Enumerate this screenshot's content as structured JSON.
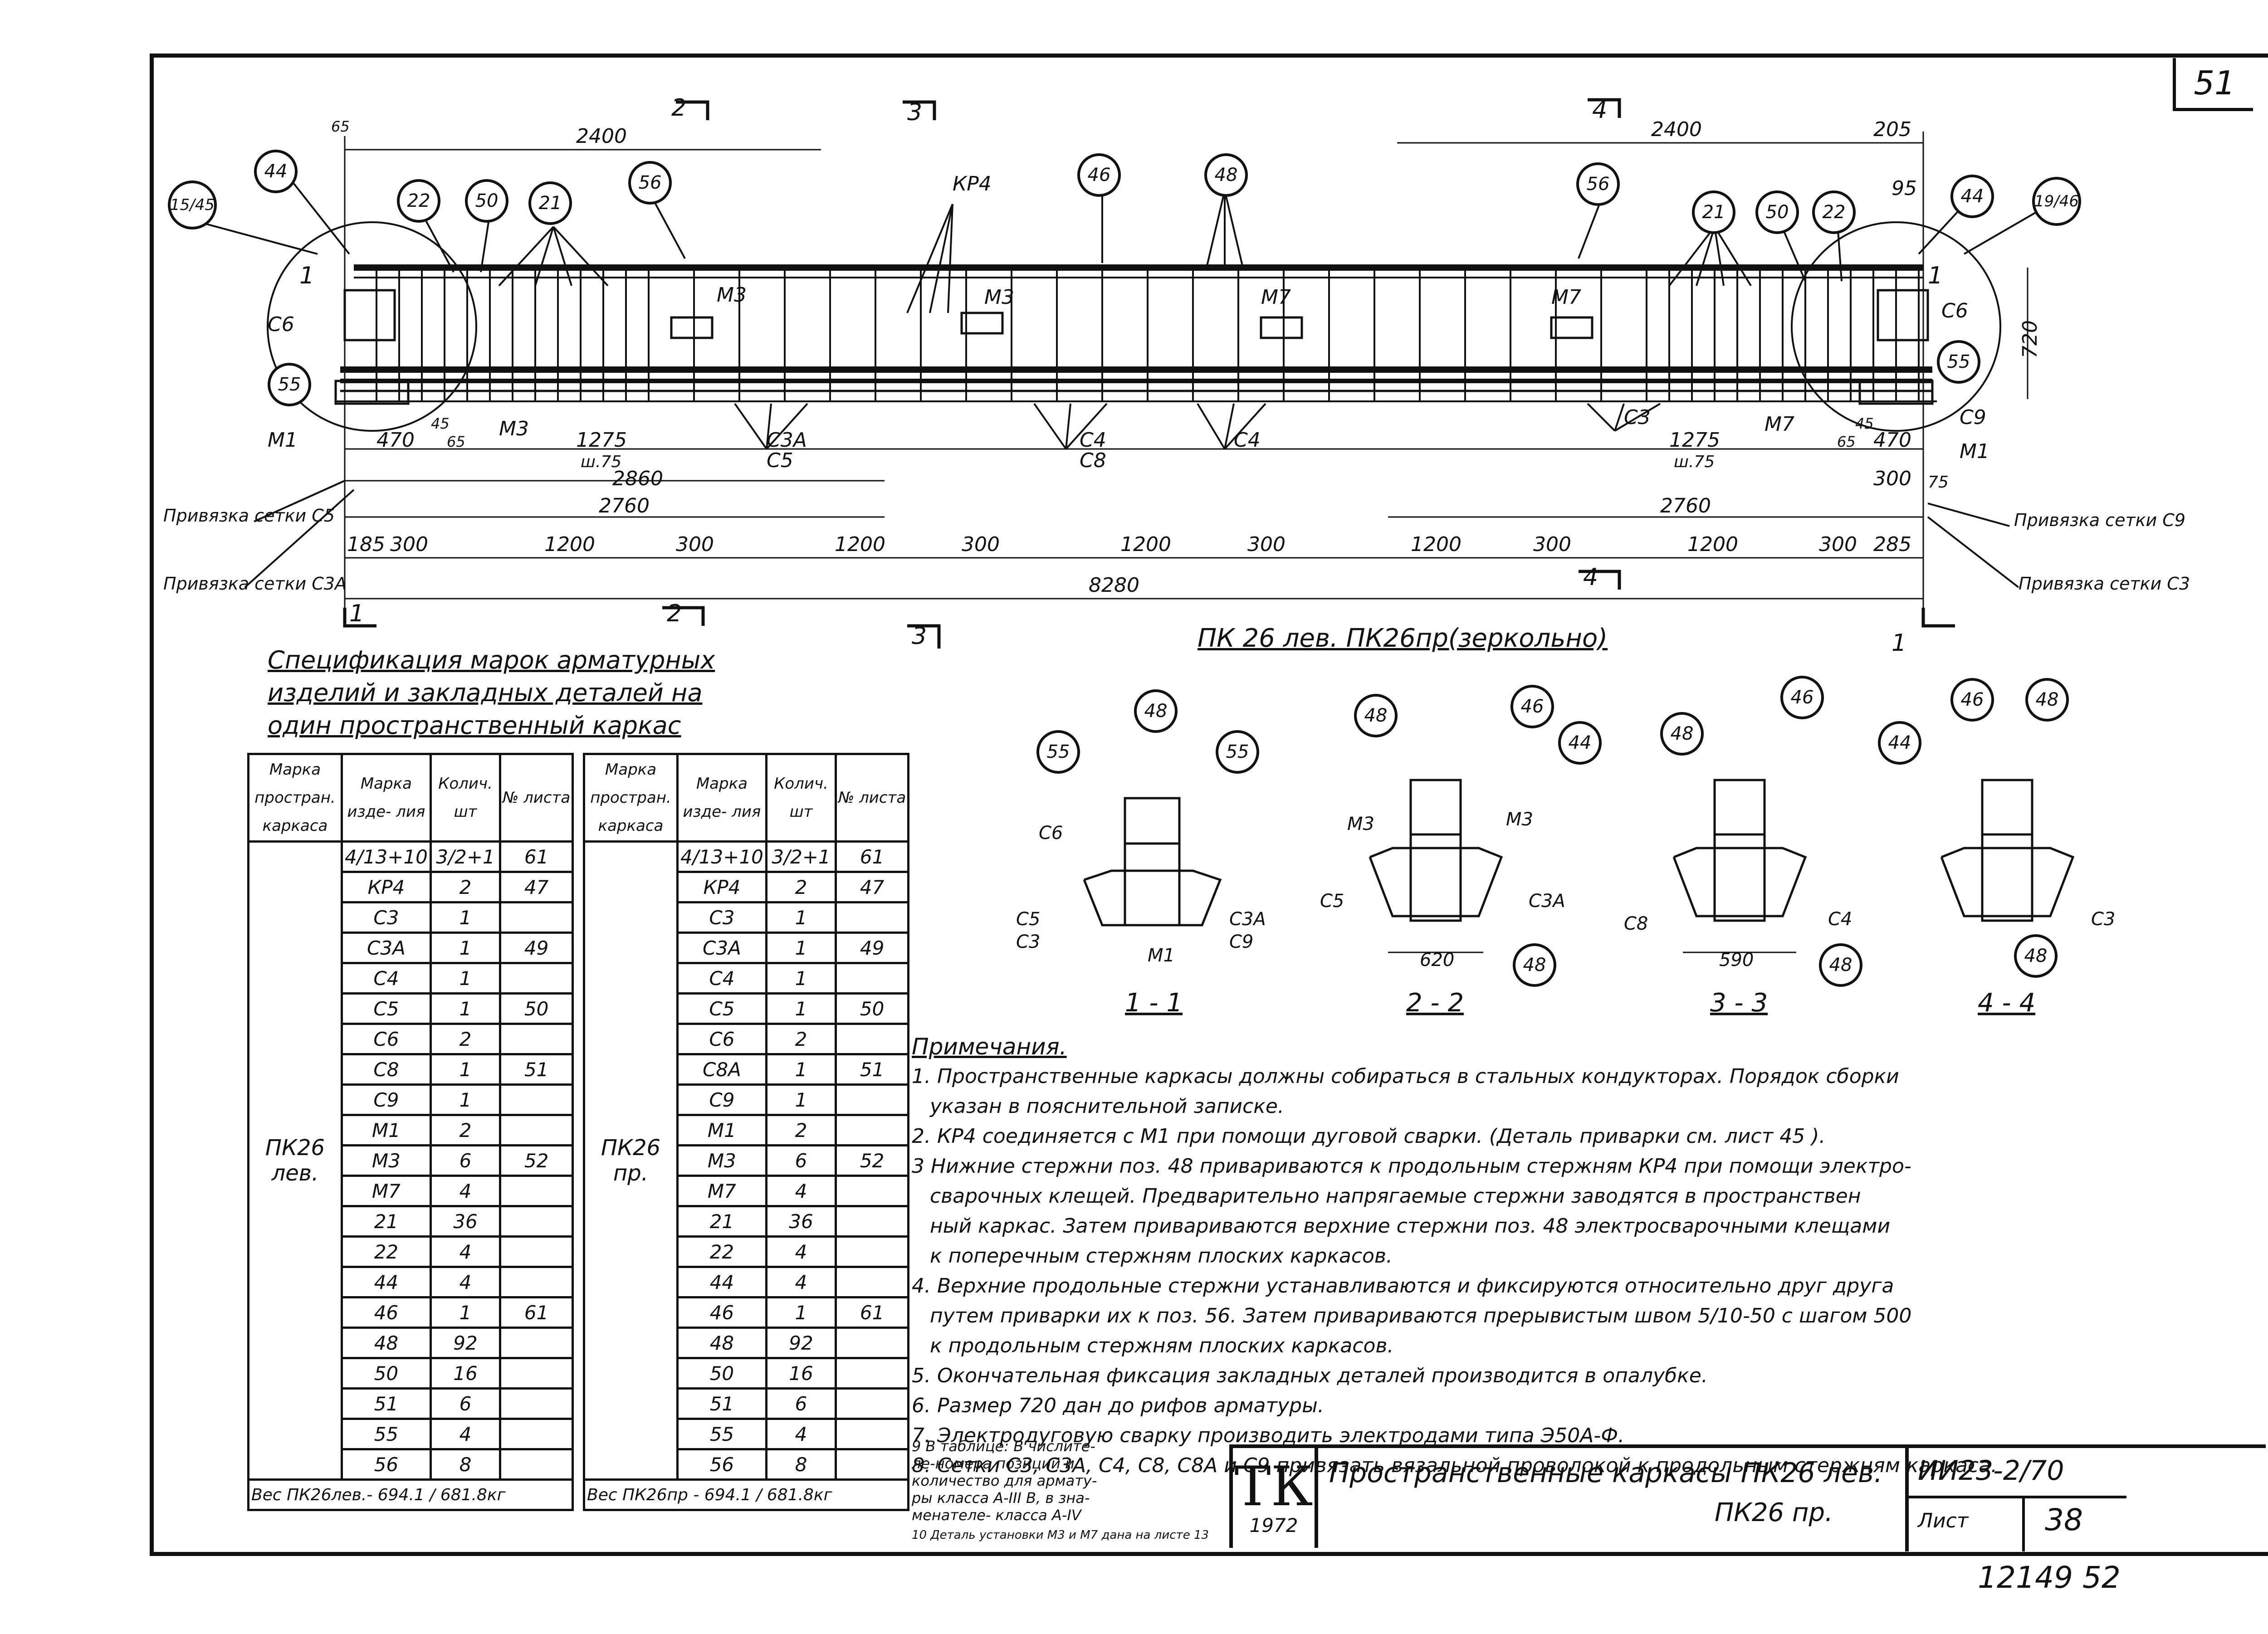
{
  "sheet_number": "51",
  "drawing_title": "ПК 26 лев. ПК26пр(зеркольно)",
  "main_view": {
    "dims_top": {
      "left": "2400",
      "right": "2400",
      "right_end": "205",
      "small_left": "65",
      "right_95": "95",
      "height": "720"
    },
    "dims_bottom": {
      "row1_left": [
        "470",
        "45",
        "65",
        "1275",
        "ш.75"
      ],
      "row1_right": [
        "1275",
        "ш.75",
        "65",
        "45",
        "470"
      ],
      "row2": [
        "2860"
      ],
      "row3_left": "2760",
      "row3_right": "2760",
      "r300": "300",
      "r75": "75",
      "row4": [
        "185",
        "300",
        "1200",
        "300",
        "1200",
        "300",
        "1200",
        "300",
        "1200",
        "300",
        "1200",
        "300",
        "285"
      ],
      "total": "8280"
    },
    "labels": {
      "kp4": "КР4",
      "m3a": "М3",
      "m3b": "М3",
      "m7a": "М7",
      "m7b": "М7",
      "c6l": "С6",
      "c6r": "С6",
      "m1l": "М1",
      "m1r": "М1",
      "m3l": "М3",
      "m7r": "М7",
      "c3a_c5": "С3А",
      "c5": "С5",
      "c4_a": "С4",
      "c8": "С8",
      "c4_b": "С4",
      "c3": "С3",
      "c9": "С9"
    },
    "privyazka": {
      "c5": "Привязка сетки С5",
      "c3a": "Привязка сетки С3А",
      "c9": "Привязка сетки С9",
      "c3": "Привязка сетки С3"
    },
    "section_marks": [
      "1",
      "2",
      "3",
      "4",
      "1",
      "2",
      "3",
      "4",
      "1",
      "1"
    ]
  },
  "callouts_main": [
    "15/45",
    "44",
    "22",
    "50",
    "21",
    "56",
    "46",
    "48",
    "56",
    "21",
    "50",
    "22",
    "44",
    "19/46",
    "55",
    "55"
  ],
  "spec": {
    "title_line1": "Спецификация марок арматурных",
    "title_line2": "изделий и закладных деталей на",
    "title_line3": "один пространственный каркас",
    "headers": [
      "Марка простран. каркаса",
      "Марка изде- лия",
      "Колич. шт",
      "№ листа"
    ],
    "left": {
      "frame": "ПК26 лев.",
      "rows": [
        [
          "4/13+10",
          "3/2+1",
          "61"
        ],
        [
          "КР4",
          "2",
          "47"
        ],
        [
          "С3",
          "1",
          ""
        ],
        [
          "С3А",
          "1",
          "49"
        ],
        [
          "С4",
          "1",
          ""
        ],
        [
          "С5",
          "1",
          "50"
        ],
        [
          "С6",
          "2",
          ""
        ],
        [
          "С8",
          "1",
          "51"
        ],
        [
          "С9",
          "1",
          ""
        ],
        [
          "М1",
          "2",
          ""
        ],
        [
          "М3",
          "6",
          "52"
        ],
        [
          "М7",
          "4",
          ""
        ],
        [
          "21",
          "36",
          ""
        ],
        [
          "22",
          "4",
          ""
        ],
        [
          "44",
          "4",
          ""
        ],
        [
          "46",
          "1",
          "61"
        ],
        [
          "48",
          "92",
          ""
        ],
        [
          "50",
          "16",
          ""
        ],
        [
          "51",
          "6",
          ""
        ],
        [
          "55",
          "4",
          ""
        ],
        [
          "56",
          "8",
          ""
        ]
      ],
      "weight": "Вес ПК26лев.- 694.1 / 681.8кг"
    },
    "right": {
      "frame": "ПК26 пр.",
      "rows": [
        [
          "4/13+10",
          "3/2+1",
          "61"
        ],
        [
          "КР4",
          "2",
          "47"
        ],
        [
          "С3",
          "1",
          ""
        ],
        [
          "С3А",
          "1",
          "49"
        ],
        [
          "С4",
          "1",
          ""
        ],
        [
          "С5",
          "1",
          "50"
        ],
        [
          "С6",
          "2",
          ""
        ],
        [
          "С8А",
          "1",
          "51"
        ],
        [
          "С9",
          "1",
          ""
        ],
        [
          "М1",
          "2",
          ""
        ],
        [
          "М3",
          "6",
          "52"
        ],
        [
          "М7",
          "4",
          ""
        ],
        [
          "21",
          "36",
          ""
        ],
        [
          "22",
          "4",
          ""
        ],
        [
          "44",
          "4",
          ""
        ],
        [
          "46",
          "1",
          "61"
        ],
        [
          "48",
          "92",
          ""
        ],
        [
          "50",
          "16",
          ""
        ],
        [
          "51",
          "6",
          ""
        ],
        [
          "55",
          "4",
          ""
        ],
        [
          "56",
          "8",
          ""
        ]
      ],
      "weight": "Вес ПК26пр - 694.1 / 681.8кг"
    }
  },
  "sections": {
    "s1": {
      "label": "1 - 1",
      "callouts": [
        "55",
        "48",
        "55"
      ],
      "texts": [
        "С6",
        "С5",
        "С3",
        "С3А",
        "С9",
        "М1"
      ]
    },
    "s2": {
      "label": "2 - 2",
      "callouts": [
        "48",
        "46",
        "44",
        "48"
      ],
      "texts": [
        "М3",
        "М3",
        "С5",
        "С3А"
      ],
      "dim": "620"
    },
    "s3": {
      "label": "3 - 3",
      "callouts": [
        "48",
        "46",
        "48"
      ],
      "texts": [
        "С8",
        "С4"
      ],
      "dim": "590"
    },
    "s4": {
      "label": "4 - 4",
      "callouts": [
        "44",
        "46",
        "48",
        "48"
      ],
      "texts": [
        "С3"
      ]
    }
  },
  "notes": {
    "heading": "Примечания.",
    "lines": [
      "1. Пространственные каркасы должны собираться в стальных кондукторах. Порядок сборки",
      "указан в пояснительной записке.",
      "2. КР4 соединяется с М1 при помощи дуговой сварки. (Деталь приварки см. лист 45 ).",
      "3 Нижние стержни поз. 48 привариваются к продольным стержням КР4 при помощи электро-",
      "сварочных клещей. Предварительно напрягаемые стержни заводятся в пространствен",
      "ный каркас. Затем привариваются верхние стержни поз. 48 электросварочными клещами",
      "к поперечным стержням плоских каркасов.",
      "4. Верхние продольные стержни устанавливаются и фиксируются относительно друг друга",
      "путем приварки их к поз. 56. Затем привариваются прерывистым швом 5/10-50 с шагом 500",
      "к продольным стержням плоских каркасов.",
      "5. Окончательная фиксация закладных деталей производится в опалубке.",
      "6. Размер 720 дан до рифов арматуры.",
      "7. Электродуговую сварку производить электродами типа Э50А-Ф.",
      "8. Сетки С3, С3А, С4, С8, С8А и С9 привязать вязальной проволокой к продольным стержням каркаса."
    ],
    "note9": [
      "9 В таблице: В числите-",
      "ле-номера позиций и",
      "количество для армату-",
      "ры класса А-III В, в зна-",
      "менателе- класса А-IV"
    ],
    "note10": "10 Деталь установки М3 и М7 дана на листе 13"
  },
  "title_block": {
    "logo": "ТК",
    "year": "1972",
    "title_line1": "Пространственные каркасы ПК26 лев.",
    "title_line2": "ПК26 пр.",
    "series": "ИИ23-2/70",
    "sheet_label": "Лист",
    "sheet_no": "38",
    "archive": "12149 52"
  }
}
